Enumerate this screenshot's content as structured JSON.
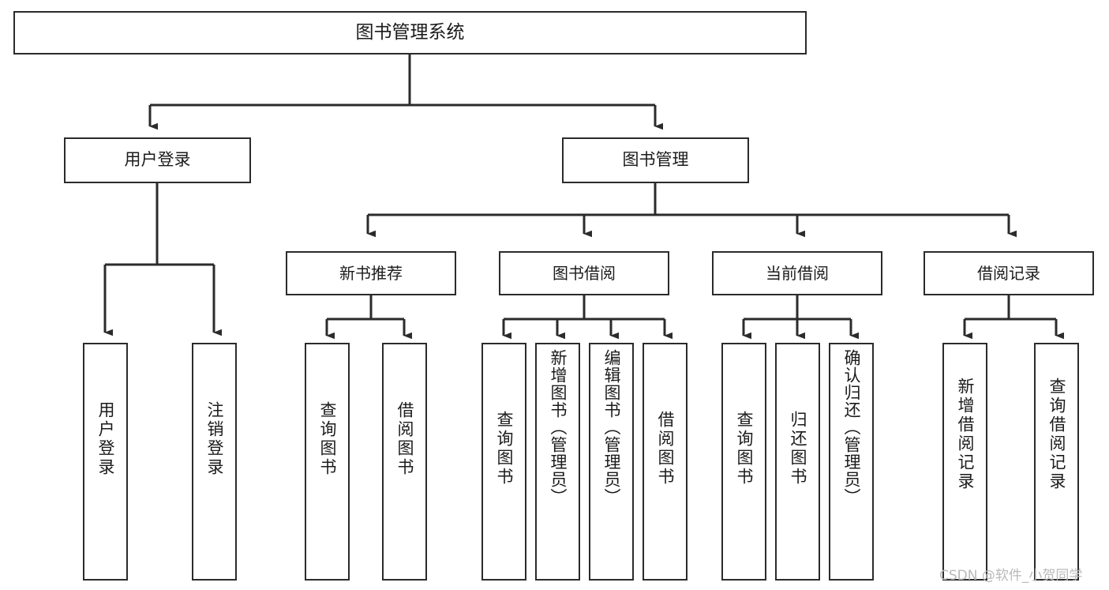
{
  "diagram": {
    "title": "图书管理系统",
    "type": "tree-hierarchy-diagram",
    "colors": {
      "box_border": "#2b2b2b",
      "box_fill": "#ffffff",
      "connector": "#2b2b2b",
      "background": "#ffffff",
      "watermark": "#b9b9b9"
    },
    "root": {
      "label": "图书管理系统"
    },
    "level2": [
      {
        "label": "用户登录"
      },
      {
        "label": "图书管理"
      }
    ],
    "level3": [
      {
        "label": "新书推荐"
      },
      {
        "label": "图书借阅"
      },
      {
        "label": "当前借阅"
      },
      {
        "label": "借阅记录"
      }
    ],
    "leaves": {
      "user_login": [
        {
          "label": "用户登录"
        },
        {
          "label": "注销登录"
        }
      ],
      "new_book_recommend": [
        {
          "label": "查询图书"
        },
        {
          "label": "借阅图书"
        }
      ],
      "book_borrow": [
        {
          "label": "查询图书"
        },
        {
          "label": "新增图书（管理员）"
        },
        {
          "label": "编辑图书（管理员）"
        },
        {
          "label": "借阅图书"
        }
      ],
      "current_borrow": [
        {
          "label": "查询图书"
        },
        {
          "label": "归还图书"
        },
        {
          "label": "确认归还（管理员）"
        }
      ],
      "borrow_records": [
        {
          "label": "新增借阅记录"
        },
        {
          "label": "查询借阅记录"
        }
      ]
    }
  },
  "watermark": {
    "text": "CSDN @软件_小贺同学"
  }
}
